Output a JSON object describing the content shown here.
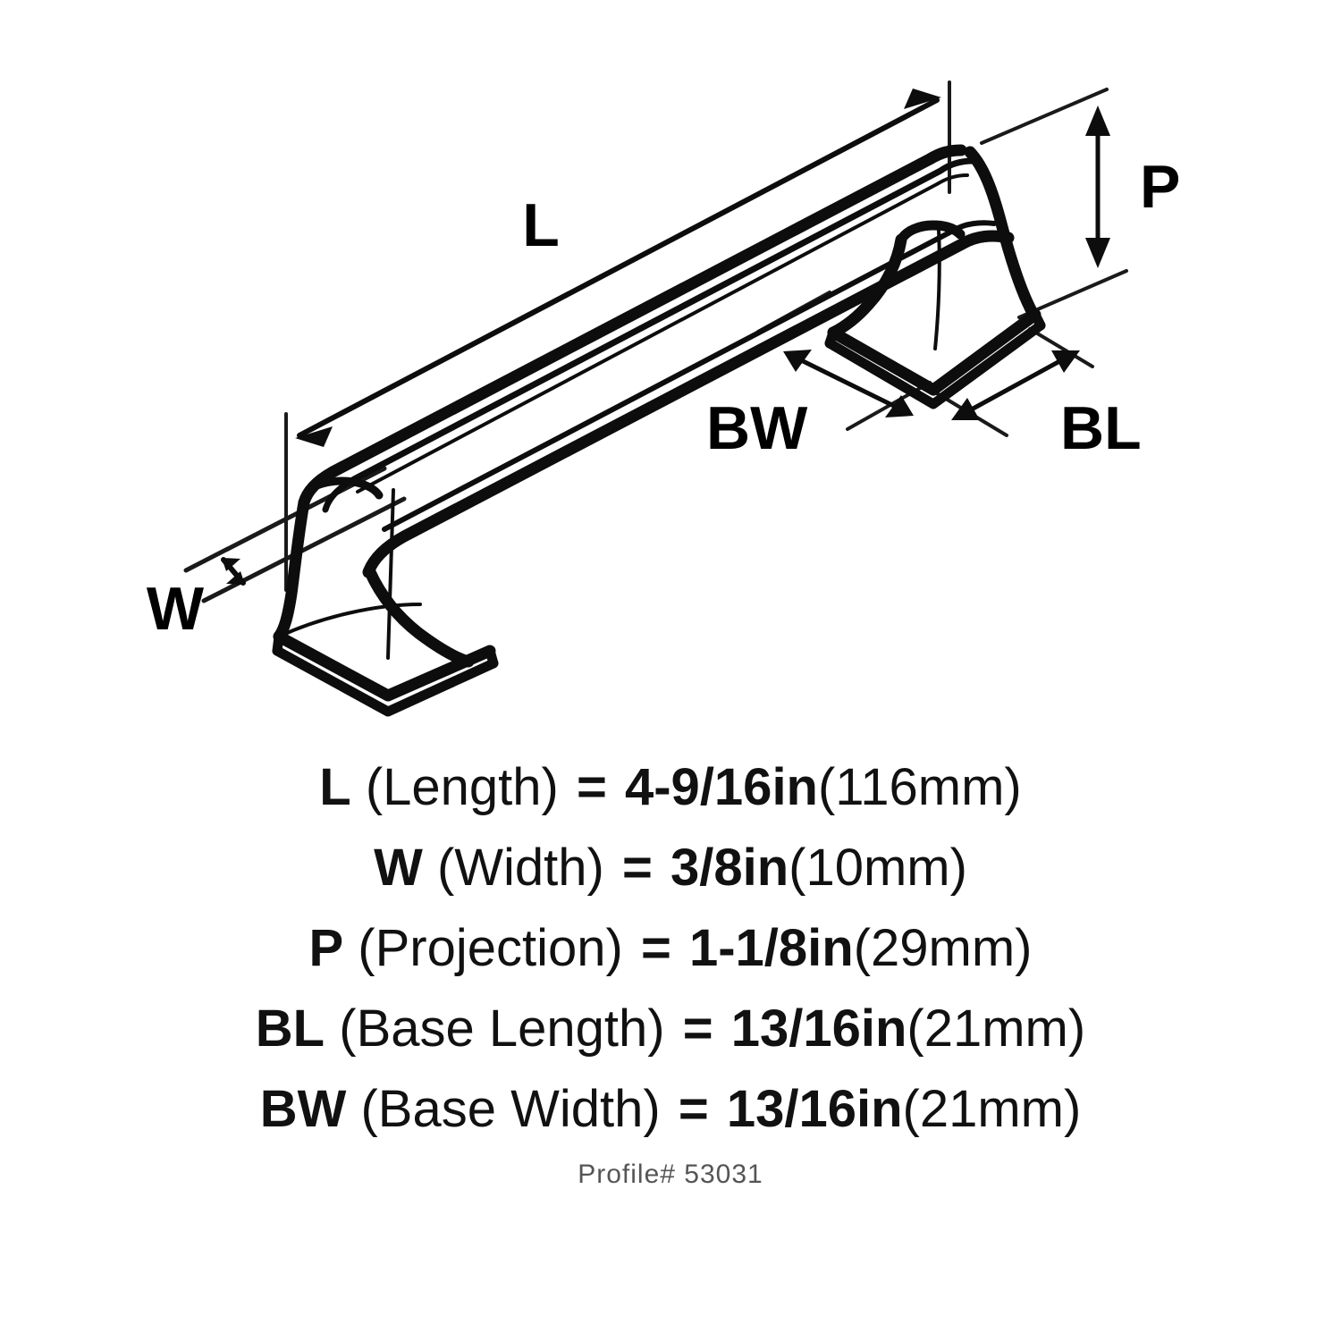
{
  "diagram": {
    "title_icon": "cabinet-pull-isometric",
    "dimension_labels": {
      "length": "L",
      "width": "W",
      "projection": "P",
      "base_width": "BW",
      "base_length": "BL"
    }
  },
  "specs": [
    {
      "symbol": "L",
      "description": "(Length)",
      "equals": "=",
      "value": "4-9/16in",
      "metric": "(116mm)"
    },
    {
      "symbol": "W",
      "description": "(Width)",
      "equals": "=",
      "value": "3/8in",
      "metric": "(10mm)"
    },
    {
      "symbol": "P",
      "description": "(Projection)",
      "equals": "=",
      "value": "1-1/8in",
      "metric": "(29mm)"
    },
    {
      "symbol": "BL",
      "description": "(Base Length)",
      "equals": "=",
      "value": "13/16in",
      "metric": "(21mm)"
    },
    {
      "symbol": "BW",
      "description": "(Base Width)",
      "equals": "=",
      "value": "13/16in",
      "metric": "(21mm)"
    }
  ],
  "profile": {
    "text": "Profile# 53031"
  },
  "colors": {
    "background": "#ffffff",
    "line": "#000000",
    "text": "#111111",
    "profile_text": "#555555"
  }
}
